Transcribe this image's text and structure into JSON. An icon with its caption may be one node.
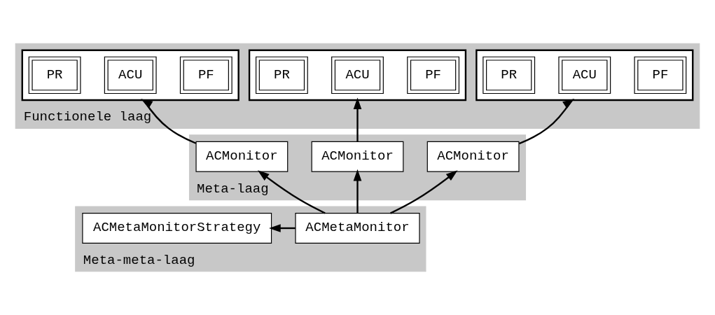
{
  "diagram": {
    "nodes": [
      {
        "text": [
          "Functionele laag"
        ]
      },
      {
        "text": [],
        "shape": "box",
        "in": 0
      },
      {
        "text": [
          "PF"
        ],
        "in": 1
      },
      {
        "text": [
          "ACU"
        ],
        "in": 1
      },
      {
        "text": [
          "PR"
        ],
        "in": 1
      },
      {
        "text": [],
        "shape": "box",
        "in": 0
      },
      {
        "text": [
          "PF"
        ],
        "in": 5
      },
      {
        "text": [
          "ACU"
        ],
        "in": 5
      },
      {
        "text": [
          "PR"
        ],
        "in": 5
      },
      {
        "text": [],
        "shape": "box",
        "in": 0
      },
      {
        "text": [
          "PF"
        ],
        "in": 9
      },
      {
        "text": [
          "ACU"
        ],
        "in": 9
      },
      {
        "text": [
          "PR"
        ],
        "in": 9
      },
      {
        "text": [
          "Meta-laag"
        ]
      },
      {
        "text": [
          "ACMonitor"
        ],
        "in": 13
      },
      {
        "text": [
          "ACMonitor"
        ],
        "in": 13
      },
      {
        "text": [
          "ACMonitor"
        ],
        "in": 13
      },
      {
        "text": [
          "Meta-meta-laag"
        ]
      },
      {
        "text": [
          "ACMetaMonitor"
        ],
        "in": 17
      },
      {
        "text": [
          "ACMetaMonitorStrategy"
        ],
        "in": 17
      }
    ],
    "edges": [
      {
        "from": 14,
        "to": 1,
        "arrow": "to"
      },
      {
        "from": 15,
        "to": 5,
        "arrow": "to"
      },
      {
        "from": 16,
        "to": 9,
        "arrow": "to"
      },
      {
        "from": 18,
        "to": 14,
        "arrow": "to"
      },
      {
        "from": 18,
        "to": 15,
        "arrow": "to"
      },
      {
        "from": 18,
        "to": 16,
        "arrow": "to"
      },
      {
        "from": 18,
        "to": 19,
        "arrow": "to"
      }
    ]
  }
}
